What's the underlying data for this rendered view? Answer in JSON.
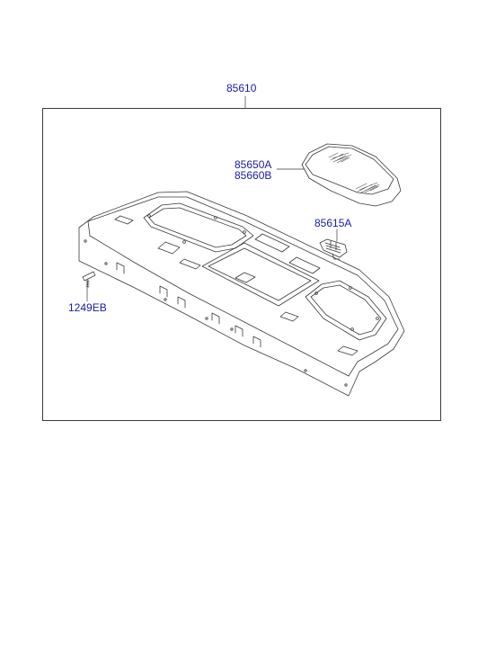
{
  "diagram": {
    "colors": {
      "label": "#1a1aa6",
      "line": "#3a3a3a",
      "part_fill": "#ffffff",
      "texture": "#555555"
    },
    "callouts": {
      "assembly": "85610",
      "cover_a": "85650A",
      "cover_b": "85660B",
      "clip": "85615A",
      "screw": "1249EB"
    }
  }
}
